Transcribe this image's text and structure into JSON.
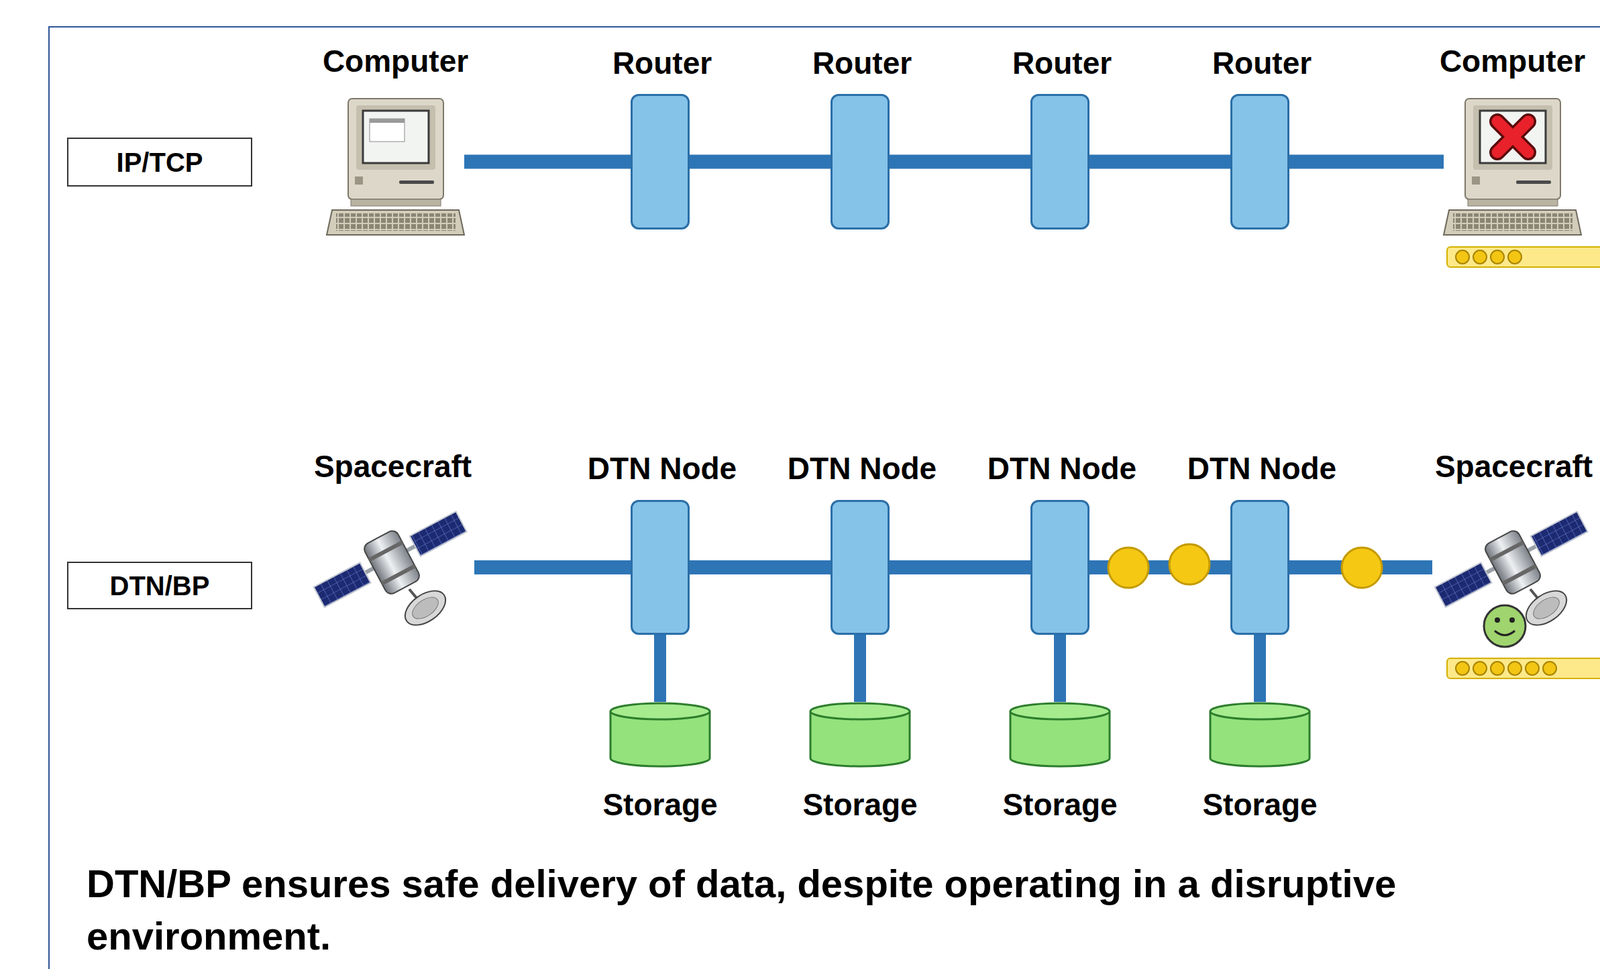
{
  "diagram": {
    "caption": "DTN/BP ensures safe delivery of data, despite operating in a disruptive environment.",
    "nodes": [
      {
        "text": [
          "IP/TCP"
        ]
      },
      {
        "text": [
          "Computer"
        ]
      },
      {
        "text": [
          "Router"
        ]
      },
      {
        "text": [
          "Router"
        ]
      },
      {
        "text": [
          "Router"
        ]
      },
      {
        "text": [
          "Router"
        ]
      },
      {
        "text": [
          "Computer"
        ]
      },
      {
        "text": [
          "DTN/BP"
        ]
      },
      {
        "text": [
          "Spacecraft"
        ]
      },
      {
        "text": [
          "DTN Node"
        ]
      },
      {
        "text": [
          "DTN Node"
        ]
      },
      {
        "text": [
          "DTN Node"
        ]
      },
      {
        "text": [
          "DTN Node"
        ]
      },
      {
        "text": [
          "Spacecraft"
        ]
      },
      {
        "text": [
          "Storage"
        ]
      },
      {
        "text": [
          "Storage"
        ]
      },
      {
        "text": [
          "Storage"
        ]
      },
      {
        "text": [
          "Storage"
        ]
      }
    ],
    "edges": [
      {
        "from": 1,
        "to": 2,
        "arrow": "none"
      },
      {
        "from": 2,
        "to": 3,
        "arrow": "none"
      },
      {
        "from": 3,
        "to": 4,
        "arrow": "none"
      },
      {
        "from": 4,
        "to": 5,
        "arrow": "none"
      },
      {
        "from": 5,
        "to": 6,
        "arrow": "none"
      },
      {
        "from": 8,
        "to": 9,
        "arrow": "none"
      },
      {
        "from": 9,
        "to": 10,
        "arrow": "none"
      },
      {
        "from": 10,
        "to": 11,
        "arrow": "none"
      },
      {
        "from": 11,
        "to": 12,
        "arrow": "none"
      },
      {
        "from": 12,
        "to": 13,
        "arrow": "none"
      },
      {
        "from": 9,
        "to": 14,
        "arrow": "none"
      },
      {
        "from": 10,
        "to": 15,
        "arrow": "none"
      },
      {
        "from": 11,
        "to": 16,
        "arrow": "none"
      },
      {
        "from": 12,
        "to": 17,
        "arrow": "none"
      }
    ]
  }
}
